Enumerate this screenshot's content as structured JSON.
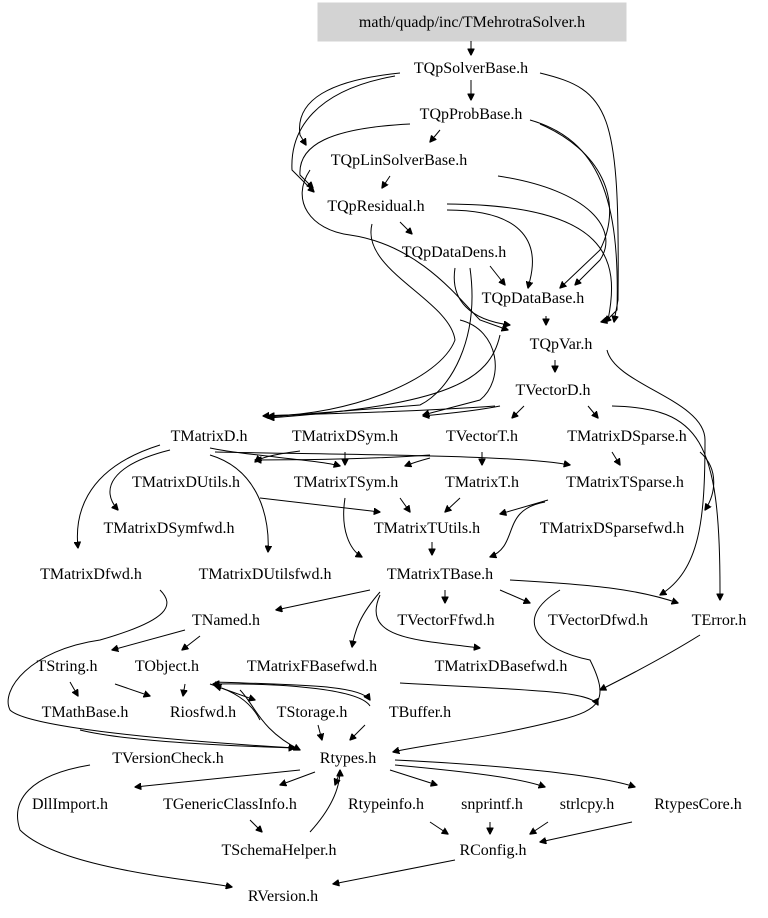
{
  "colors": {
    "root_fill": "#d3d3d3",
    "edge": "#000000",
    "text": "#000000",
    "background": "#ffffff"
  },
  "nodes": {
    "root": "math/quadp/inc/TMehrotraSolver.h",
    "qpsolverbase": "TQpSolverBase.h",
    "qpprobbase": "TQpProbBase.h",
    "qplinsolverbase": "TQpLinSolverBase.h",
    "qpresidual": "TQpResidual.h",
    "qpdatadens": "TQpDataDens.h",
    "qpdatabase": "TQpDataBase.h",
    "qpvar": "TQpVar.h",
    "vectord": "TVectorD.h",
    "matrixd": "TMatrixD.h",
    "matrixdsym": "TMatrixDSym.h",
    "vectort": "TVectorT.h",
    "matrixdsparse": "TMatrixDSparse.h",
    "matrixdutils": "TMatrixDUtils.h",
    "matrixtsym": "TMatrixTSym.h",
    "matrixt": "TMatrixT.h",
    "matrixtsparse": "TMatrixTSparse.h",
    "matrixdsymfwd": "TMatrixDSymfwd.h",
    "matrixtutils": "TMatrixTUtils.h",
    "matrixdsparsefwd": "TMatrixDSparsefwd.h",
    "matrixdfwd": "TMatrixDfwd.h",
    "matrixdutilsfwd": "TMatrixDUtilsfwd.h",
    "matrixtbase": "TMatrixTBase.h",
    "named": "TNamed.h",
    "vectorffwd": "TVectorFfwd.h",
    "vectordfwd": "TVectorDfwd.h",
    "error": "TError.h",
    "string": "TString.h",
    "object": "TObject.h",
    "matrixfbasefwd": "TMatrixFBasefwd.h",
    "matrixdbasefwd": "TMatrixDBasefwd.h",
    "mathbase": "TMathBase.h",
    "riosfwd": "Riosfwd.h",
    "storage": "TStorage.h",
    "buffer": "TBuffer.h",
    "versioncheck": "TVersionCheck.h",
    "rtypes": "Rtypes.h",
    "dllimport": "DllImport.h",
    "genericclassinfo": "TGenericClassInfo.h",
    "rtypeinfo": "Rtypeinfo.h",
    "snprintf": "snprintf.h",
    "strlcpy": "strlcpy.h",
    "rtypescore": "RtypesCore.h",
    "schemahelper": "TSchemaHelper.h",
    "rconfig": "RConfig.h",
    "rversion": "RVersion.h"
  }
}
